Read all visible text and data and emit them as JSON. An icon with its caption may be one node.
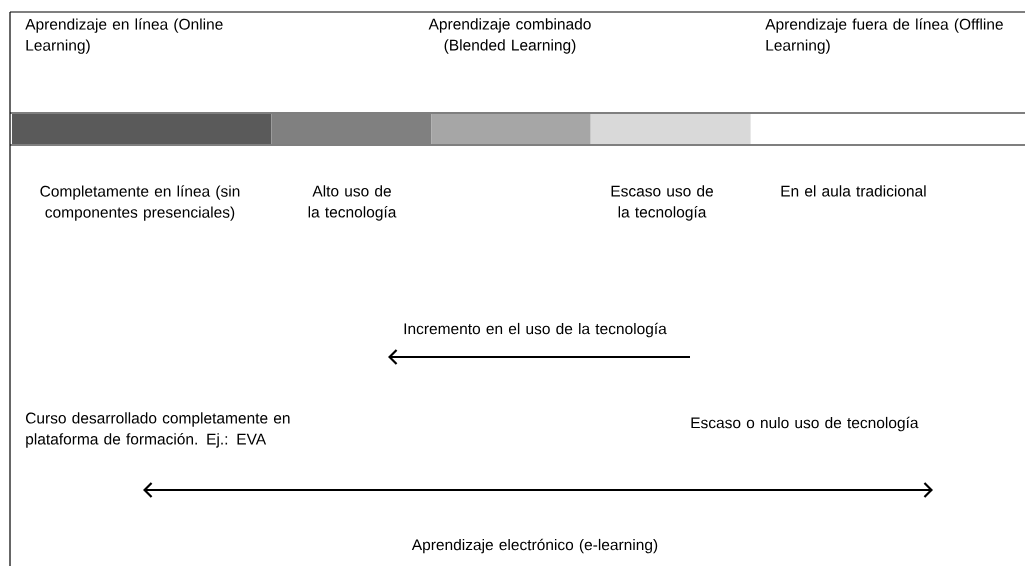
{
  "diagram": {
    "labels": [
      "Aprendizaje en línea (Online Learning)",
      "Aprendizaje combinado (Blended Learning)",
      "Aprendizaje fuera de línea (Offline Learning)",
      "Completamente en línea (sin componentes presenciales)",
      "Alto uso de la tecnología",
      "Escaso uso de la tecnología",
      "En el aula tradicional",
      "Incremento en el uso de la tecnología",
      "Curso desarrollado completamente en plataforma de formación. Ej.: EVA",
      "Escaso o nulo uso de tecnología",
      "Aprendizaje electrónico (e-learning)"
    ]
  }
}
